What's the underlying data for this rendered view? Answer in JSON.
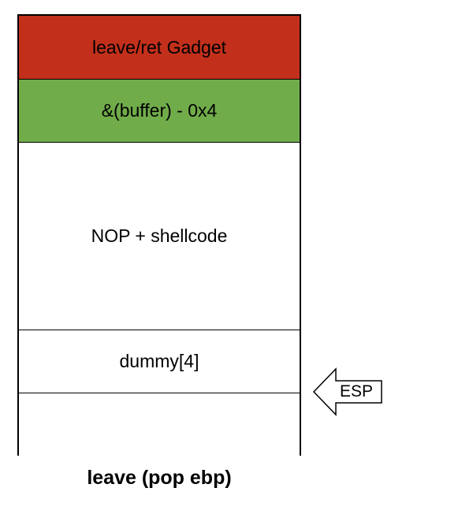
{
  "colors": {
    "gadget_fill": "#c2301c",
    "buffer_addr_fill": "#71ac4a",
    "empty_fill": "#ffffff",
    "border": "#000000"
  },
  "stack": {
    "slots": [
      {
        "label": "leave/ret Gadget",
        "fill": "#c2301c"
      },
      {
        "label": "&(buffer) - 0x4",
        "fill": "#71ac4a"
      },
      {
        "label": "NOP + shellcode",
        "fill": "#ffffff"
      },
      {
        "label": "dummy[4]",
        "fill": "#ffffff"
      },
      {
        "label": "",
        "fill": "#ffffff"
      }
    ]
  },
  "pointer": {
    "label": "ESP",
    "icon": "left-arrow-icon"
  },
  "caption": "leave (pop ebp)"
}
